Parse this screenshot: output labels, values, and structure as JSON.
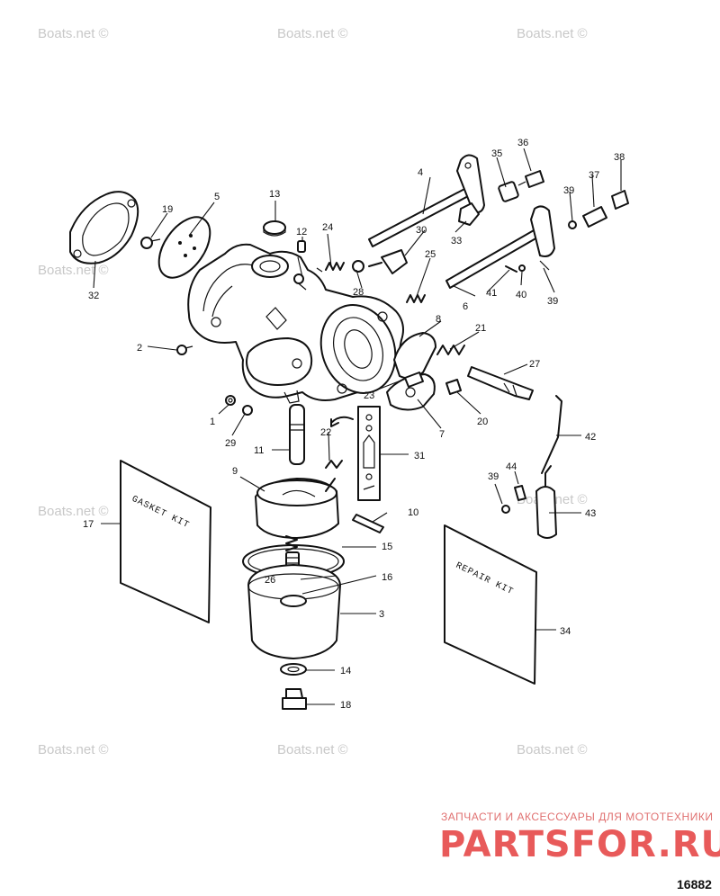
{
  "watermark": "Boats.net ©",
  "kits": {
    "gasket": "GASKET KIT",
    "repair": "REPAIR KIT"
  },
  "callouts": [
    "1",
    "2",
    "3",
    "4",
    "5",
    "6",
    "7",
    "8",
    "9",
    "10",
    "11",
    "12",
    "13",
    "14",
    "15",
    "16",
    "17",
    "18",
    "19",
    "20",
    "21",
    "22",
    "23",
    "24",
    "25",
    "26",
    "27",
    "28",
    "29",
    "30",
    "31",
    "32",
    "33",
    "34",
    "35",
    "36",
    "37",
    "38",
    "39",
    "39",
    "39",
    "40",
    "41",
    "42",
    "43",
    "44"
  ],
  "promo": {
    "tagline": "ЗАПЧАСТИ И АКСЕССУАРЫ ДЛЯ МОТОТЕХНИКИ",
    "logo": "PARTSFOR.RU"
  },
  "diagram_code": "16882"
}
